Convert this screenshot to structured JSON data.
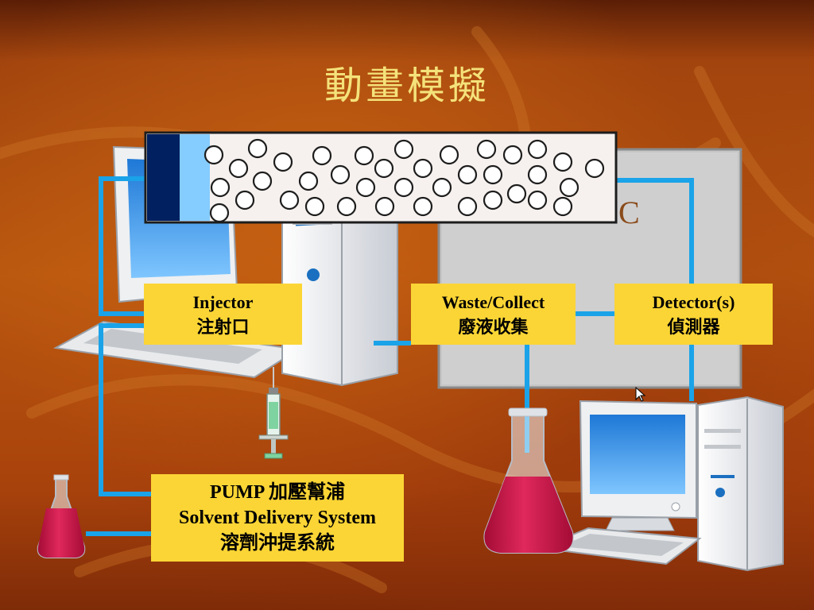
{
  "title": "動畫模擬",
  "column_partial_text": "C",
  "boxes": {
    "injector": {
      "en": "Injector",
      "zh": "注射口"
    },
    "waste": {
      "en": "Waste/Collect",
      "zh": "廢液收集"
    },
    "detector": {
      "en": "Detector(s)",
      "zh": "偵測器"
    },
    "pump": {
      "line1": "PUMP 加壓幫浦",
      "line2": "Solvent Delivery System",
      "line3": "溶劑沖提系統"
    }
  },
  "colors": {
    "title": "#f4e27a",
    "label_bg": "#fbd535",
    "tubing": "#1aa3e8",
    "column_dark_band": "#012060",
    "column_light_band": "#85ccff",
    "flask_liquid": "#cc1446"
  },
  "icons": [
    "computer-icon",
    "flask-icon",
    "syringe-icon",
    "column-icon"
  ]
}
